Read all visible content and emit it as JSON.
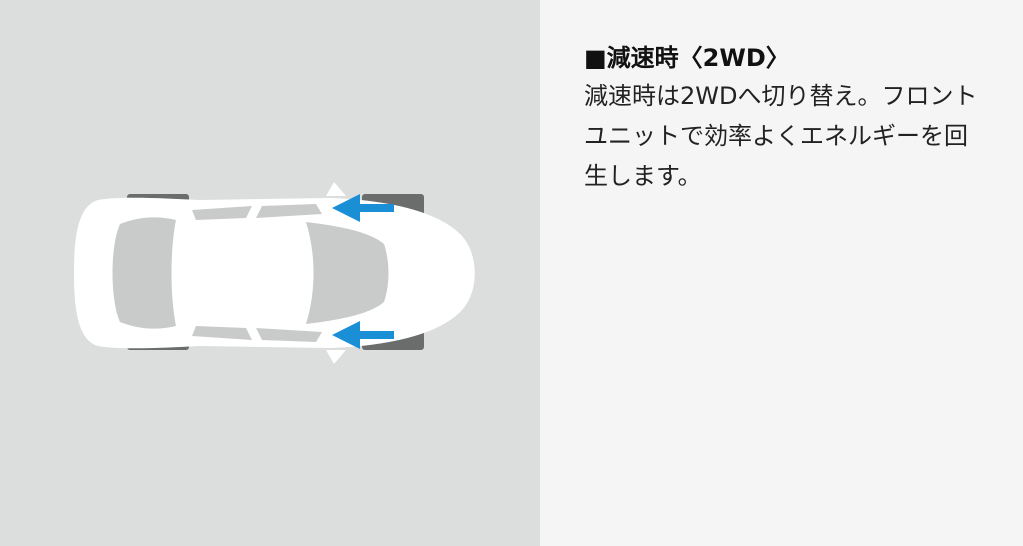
{
  "section": {
    "heading": "■減速時〈2WD〉",
    "description": "減速時は2WDへ切り替え。フロントユニットで効率よくエネルギーを回生します。"
  },
  "diagram": {
    "colors": {
      "background": "#dcdedd",
      "car_body": "#ffffff",
      "glass": "#c9cbca",
      "tire": "#6b6d6c",
      "arrow": "#1a8fd6"
    },
    "icons": [
      "car-top-view",
      "front-left-regen-arrow",
      "front-right-regen-arrow"
    ]
  }
}
